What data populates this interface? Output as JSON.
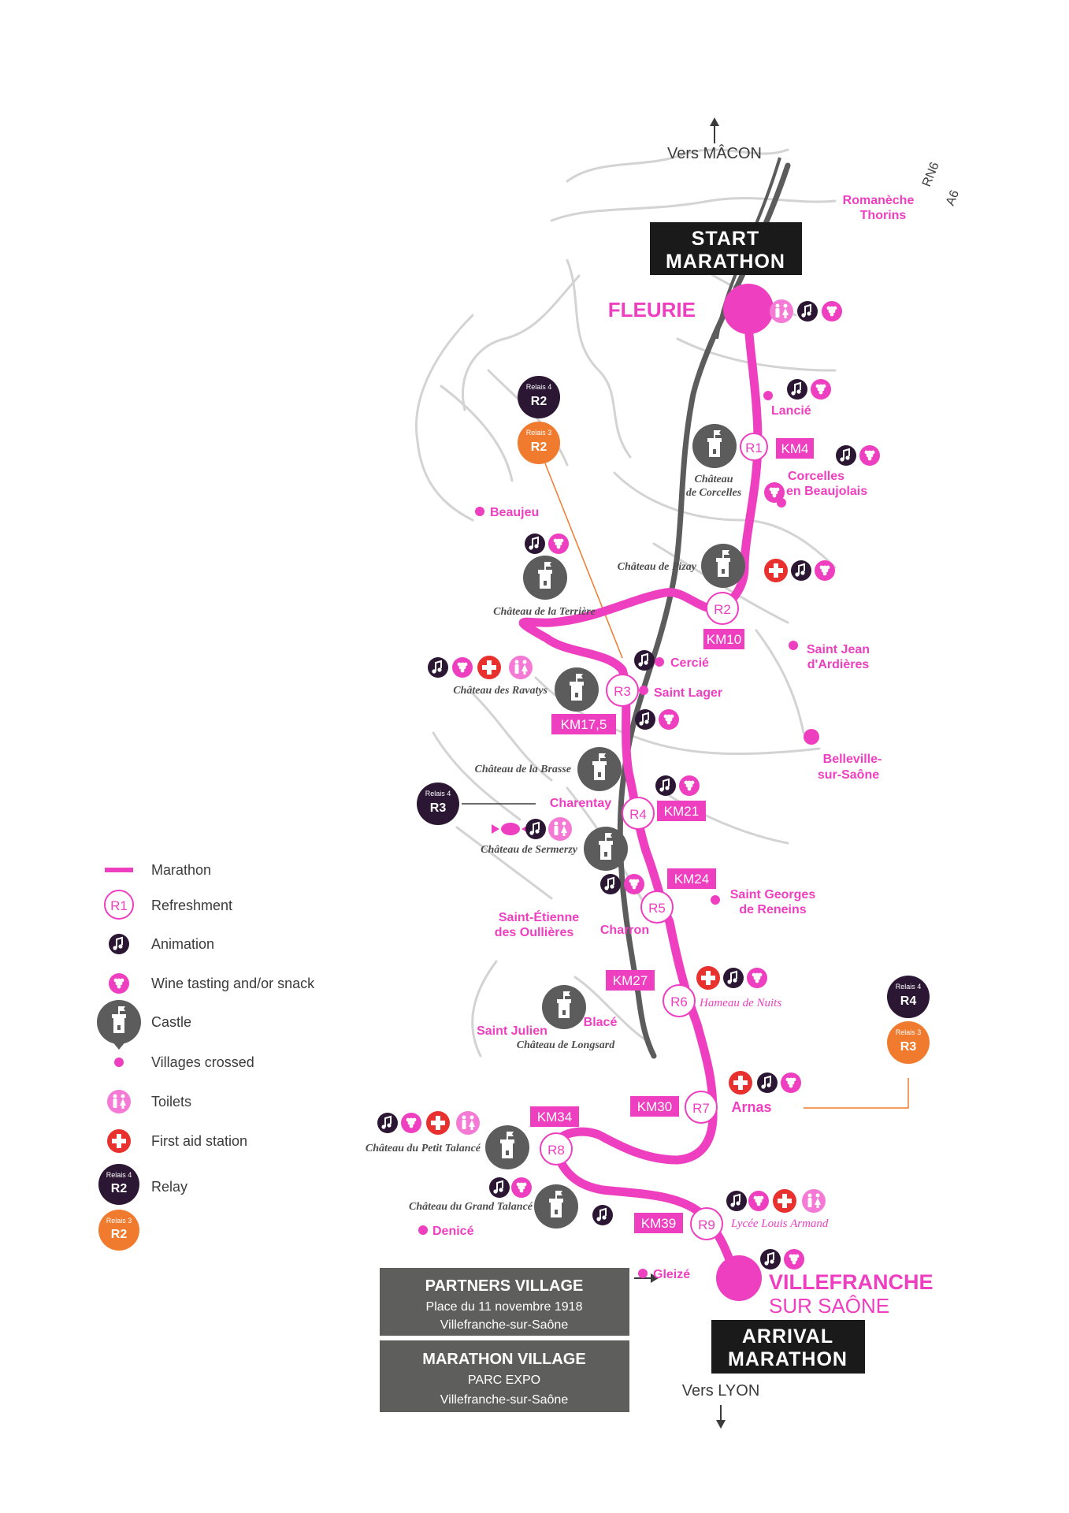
{
  "directions": {
    "north": "Vers MÂCON",
    "south": "Vers LYON"
  },
  "roads": {
    "rn6": "RN6",
    "a6": "A6"
  },
  "start": {
    "line1": "START",
    "line2": "MARATHON",
    "town": "FLEURIE"
  },
  "arrival": {
    "line1": "ARRIVAL",
    "line2": "MARATHON",
    "town1": "VILLEFRANCHE",
    "town2": "SUR SAÔNE"
  },
  "villages": {
    "romaneche1": "Romanèche",
    "romaneche2": "Thorins",
    "lancie": "Lancié",
    "corcelles1": "Corcelles",
    "corcelles2": "en Beaujolais",
    "beaujeu": "Beaujeu",
    "cercie": "Cercié",
    "saint_lager": "Saint Lager",
    "saint_jean1": "Saint Jean",
    "saint_jean2": "d'Ardières",
    "belleville1": "Belleville-",
    "belleville2": "sur-Saône",
    "charentay": "Charentay",
    "saint_georges1": "Saint Georges",
    "saint_georges2": "de Reneins",
    "saint_etienne1": "Saint-Étienne",
    "saint_etienne2": "des Oullières",
    "charron": "Charron",
    "blace": "Blacé",
    "saint_julien": "Saint Julien",
    "arnas": "Arnas",
    "denice": "Denicé",
    "gleize": "Gleizé"
  },
  "castles": {
    "corcelles1": "Château",
    "corcelles2": "de Corcelles",
    "pizay": "Château de Pizay",
    "terriere": "Château de la Terrière",
    "ravatys": "Château des Ravatys",
    "brasse": "Château de la Brasse",
    "sermerzy": "Château de Sermerzy",
    "longsard": "Château de Longsard",
    "petit_talance": "Château du Petit Talancé",
    "grand_talance": "Château du Grand Talancé"
  },
  "places": {
    "hameau": "Hameau de Nuits",
    "lycee": "Lycée Louis Armand"
  },
  "refreshments": [
    "R1",
    "R2",
    "R3",
    "R4",
    "R5",
    "R6",
    "R7",
    "R8",
    "R9"
  ],
  "km_markers": [
    "KM4",
    "KM10",
    "KM17,5",
    "KM21",
    "KM24",
    "KM27",
    "KM30",
    "KM34",
    "KM39"
  ],
  "relays": {
    "relais4": "Relais 4",
    "relais3": "Relais 3",
    "r2": "R2",
    "r3": "R3",
    "r4": "R4"
  },
  "legend": [
    {
      "icon": "marathon-line",
      "label": "Marathon"
    },
    {
      "icon": "refreshment",
      "label": "Refreshment",
      "code": "R1"
    },
    {
      "icon": "animation",
      "label": "Animation"
    },
    {
      "icon": "wine",
      "label": "Wine tasting and/or snack"
    },
    {
      "icon": "castle",
      "label": "Castle"
    },
    {
      "icon": "village",
      "label": "Villages crossed"
    },
    {
      "icon": "toilets",
      "label": "Toilets"
    },
    {
      "icon": "first-aid",
      "label": "First aid station"
    },
    {
      "icon": "relay",
      "label": "Relay"
    }
  ],
  "boxes": {
    "partners": {
      "title": "PARTNERS VILLAGE",
      "line1": "Place du 11 novembre 1918",
      "line2": "Villefranche-sur-Saône"
    },
    "marathon": {
      "title": "MARATHON VILLAGE",
      "line1": "PARC EXPO",
      "line2": "Villefranche-sur-Saône"
    }
  },
  "colors": {
    "pink": "#ee3fc0",
    "dark": "#2b1633",
    "orange": "#f07a2d",
    "red": "#e8302e",
    "grey": "#5c5c5c",
    "road": "#cfcfcf",
    "box": "#5e5f5c"
  }
}
